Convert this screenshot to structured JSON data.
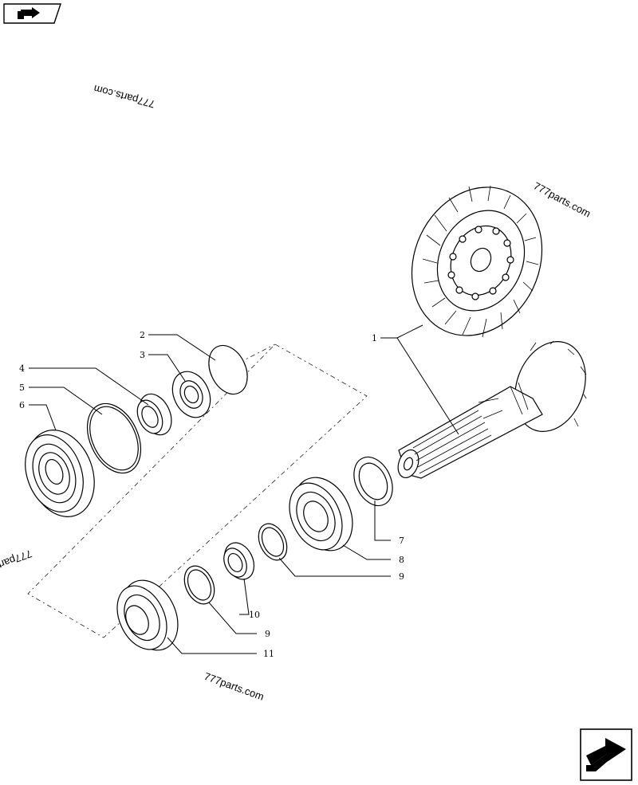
{
  "watermarks": {
    "top_left": "777parts.com",
    "top_right": "777parts.com",
    "left_edge": "777parts",
    "bottom": "777parts.com"
  },
  "parts": [
    {
      "label": "1"
    },
    {
      "label": "2"
    },
    {
      "label": "3"
    },
    {
      "label": "4"
    },
    {
      "label": "5"
    },
    {
      "label": "6"
    },
    {
      "label": "7"
    },
    {
      "label": "8"
    },
    {
      "label": "9"
    },
    {
      "label": "9"
    },
    {
      "label": "10"
    },
    {
      "label": "11"
    }
  ],
  "icons": {
    "top_nav": "prev-page-arrow-icon",
    "bottom_nav": "next-page-arrow-icon"
  }
}
